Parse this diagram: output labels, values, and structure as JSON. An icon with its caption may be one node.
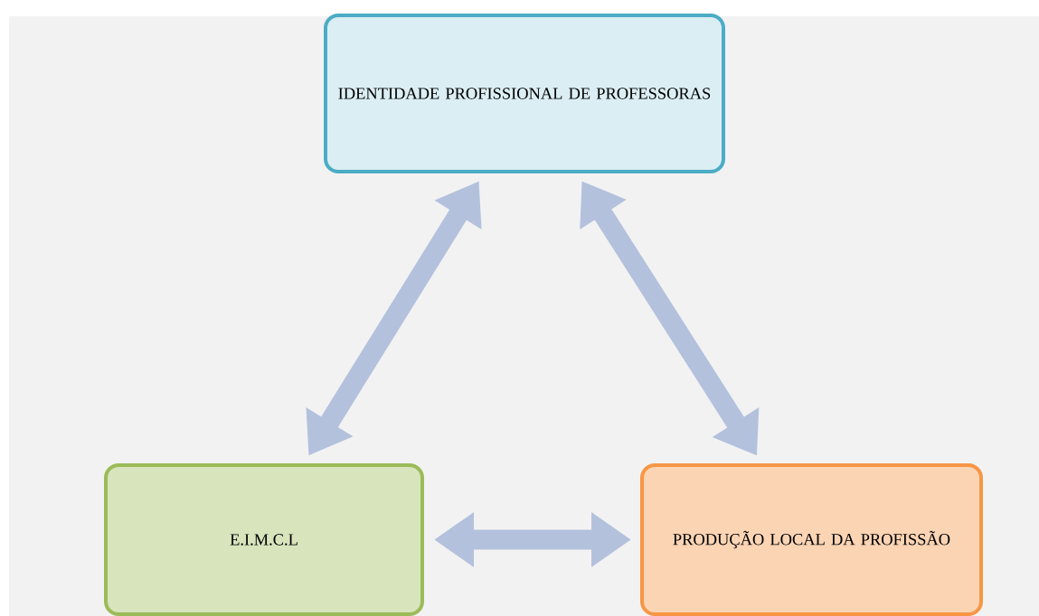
{
  "diagram": {
    "nodes": [
      {
        "text": [
          "IDENTIDADE PROFISSIONAL DE PROFESSORAS"
        ]
      },
      {
        "text": [
          "E.I.M.C.L"
        ]
      },
      {
        "text": [
          "PRODUÇÃO LOCAL DA PROFISSÃO"
        ]
      }
    ],
    "edges": [
      {
        "from": 1,
        "to": 0,
        "arrow": "both"
      },
      {
        "from": 0,
        "to": 2,
        "arrow": "both"
      },
      {
        "from": 1,
        "to": 2,
        "arrow": "both"
      }
    ]
  }
}
